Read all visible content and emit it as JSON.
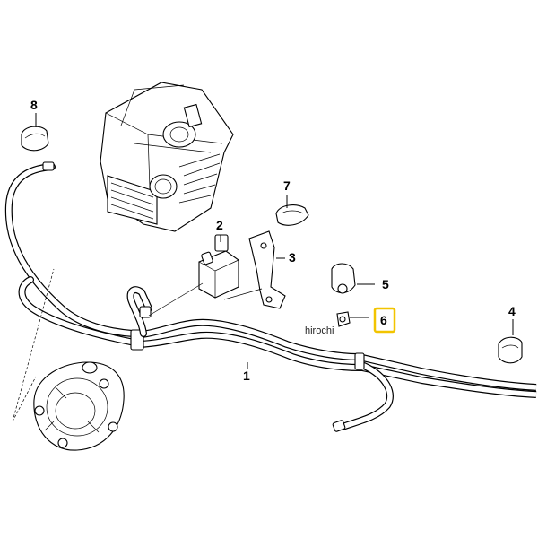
{
  "callouts": {
    "c1": "1",
    "c2": "2",
    "c3": "3",
    "c4": "4",
    "c5": "5",
    "c6": "6",
    "c7": "7",
    "c8": "8"
  },
  "watermark": "hirochi",
  "highlight_color": "#f2c400"
}
